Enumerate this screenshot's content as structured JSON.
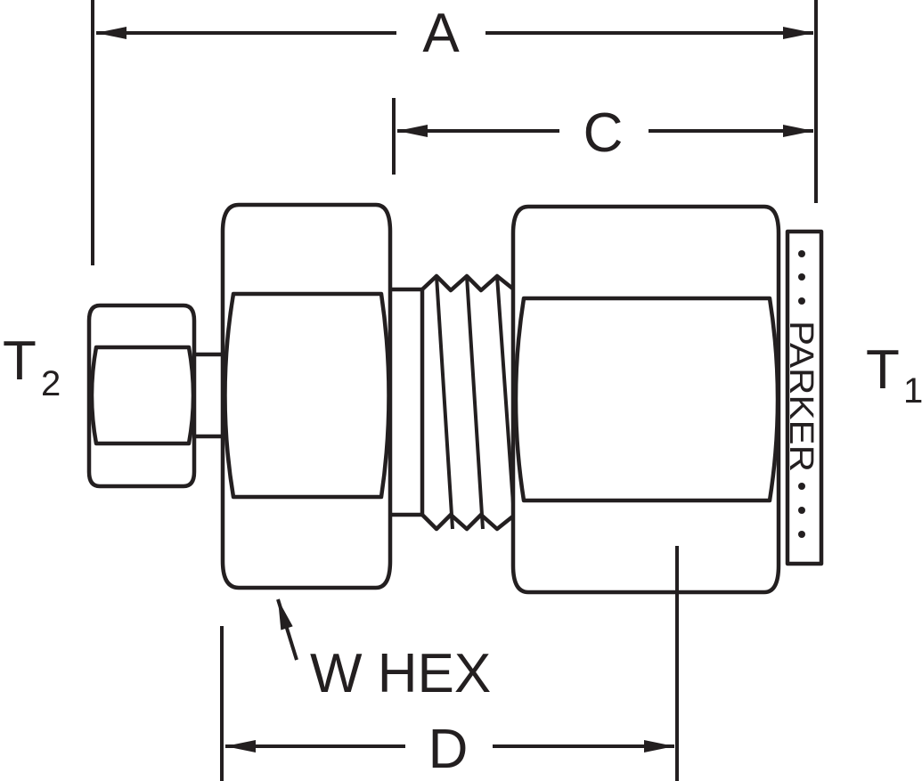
{
  "diagram": {
    "dimensions": {
      "a_label": "A",
      "c_label": "C",
      "d_label": "D",
      "w_hex_label": "W HEX"
    },
    "ports": {
      "t2": {
        "letter": "T",
        "subscript": "2"
      },
      "t1": {
        "letter": "T",
        "subscript": "1"
      }
    },
    "brand_marking": "PARKER",
    "line_color": "#231f20"
  }
}
